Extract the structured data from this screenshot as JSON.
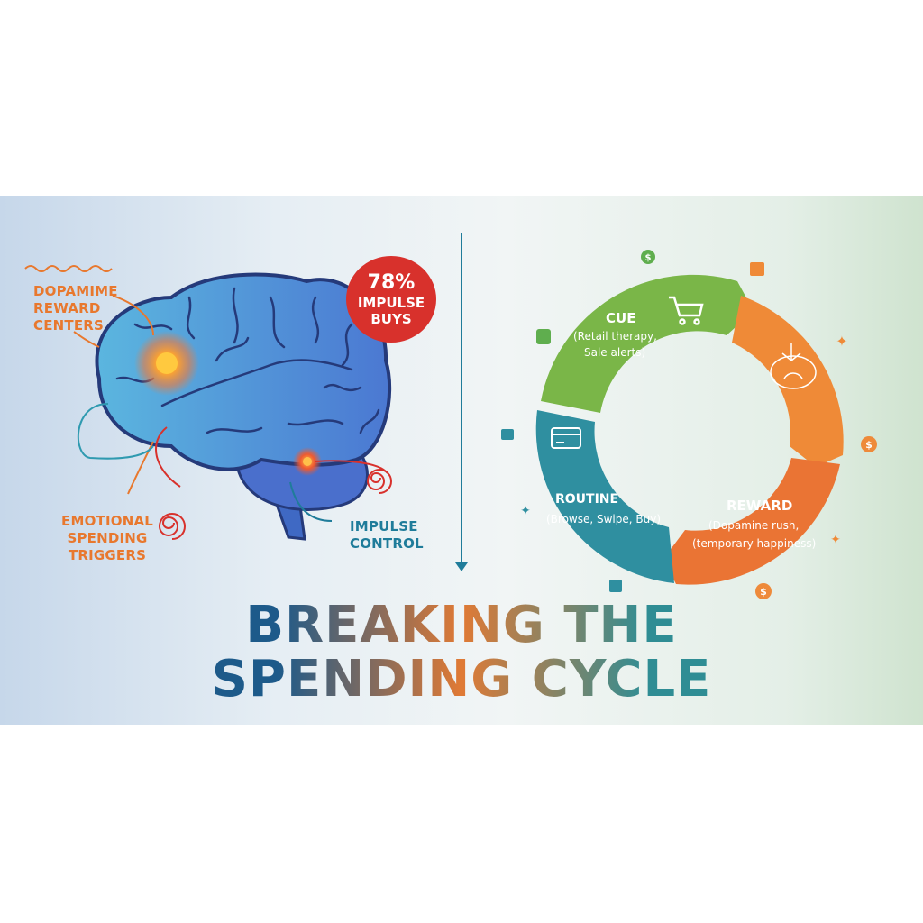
{
  "labels": {
    "dopamine": [
      "DOPAMIME",
      "REWARD",
      "CENTERS"
    ],
    "emotional": [
      "EMOTIONAL",
      "SPENDING",
      "TRIGGERS"
    ],
    "impulse_control": [
      "IMPULSE",
      "CONTROL"
    ]
  },
  "badge": {
    "percent": "78%",
    "line1": "IMPULSE",
    "line2": "BUYS"
  },
  "cycle": {
    "cue": {
      "title": "CUE",
      "detail1": "(Retail therapy,",
      "detail2": "Sale alerts)"
    },
    "routine": {
      "title": "ROUTINE",
      "detail": "(Browse, Swipe, Buy)"
    },
    "reward": {
      "title": "REWARD",
      "detail1": "(Dopamine rush,",
      "detail2": "(temporary happiness)"
    }
  },
  "title": {
    "line1": "BREAKING THE",
    "line2": "SPENDING CYCLE"
  },
  "colors": {
    "green": "#7ab648",
    "orange": "#ef8a37",
    "reward_orange": "#ea7434",
    "teal": "#2f8fa0",
    "badge_red": "#d8312c",
    "brain_blue": "#4f86d6"
  }
}
